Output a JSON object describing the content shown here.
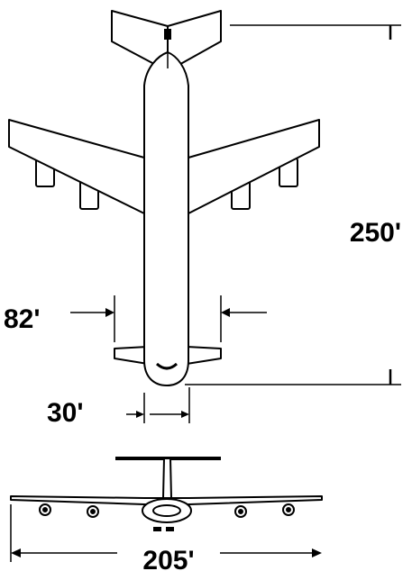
{
  "dimensions": {
    "length": "250'",
    "wheel_track": "82'",
    "fuselage_width": "30'",
    "wingspan": "205'"
  },
  "colors": {
    "ink": "#000000",
    "paper": "#ffffff"
  }
}
